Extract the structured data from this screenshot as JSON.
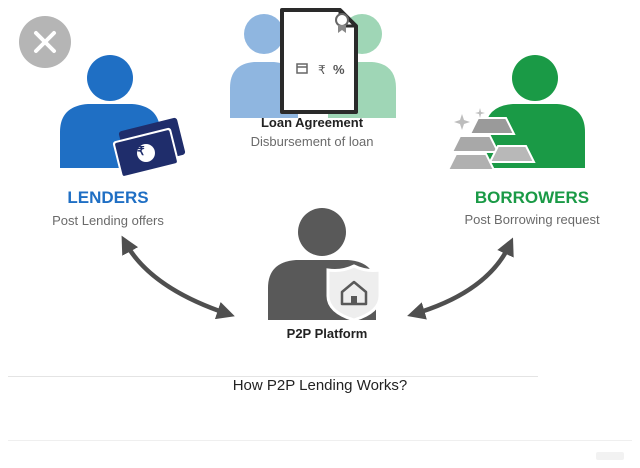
{
  "diagram": {
    "loan_agreement": {
      "title": "Loan Agreement",
      "subtitle": "Disbursement of loan",
      "doc_symbols": [
        "₹",
        "%"
      ]
    },
    "lenders": {
      "title": "LENDERS",
      "subtitle": "Post Lending offers",
      "money_symbol": "₹"
    },
    "borrowers": {
      "title": "BORROWERS",
      "subtitle": "Post Borrowing request"
    },
    "platform": {
      "title": "P2P Platform"
    },
    "caption": "How P2P Lending Works?"
  },
  "colors": {
    "lender_blue": "#1f6fc4",
    "borrower_green": "#1a9a46",
    "platform_gray": "#595959",
    "money_navy": "#1f2d6b",
    "gold_gray": "#a8a8a8",
    "arrow_gray": "#4f4f4f",
    "faded_blue": "#8fb6e0",
    "faded_green": "#9fd6b6"
  },
  "icons": [
    "close-icon",
    "lender-person-icon",
    "money-bundle-icon",
    "document-icon",
    "borrower-person-icon",
    "gold-bars-icon",
    "platform-person-icon",
    "home-shield-icon"
  ]
}
